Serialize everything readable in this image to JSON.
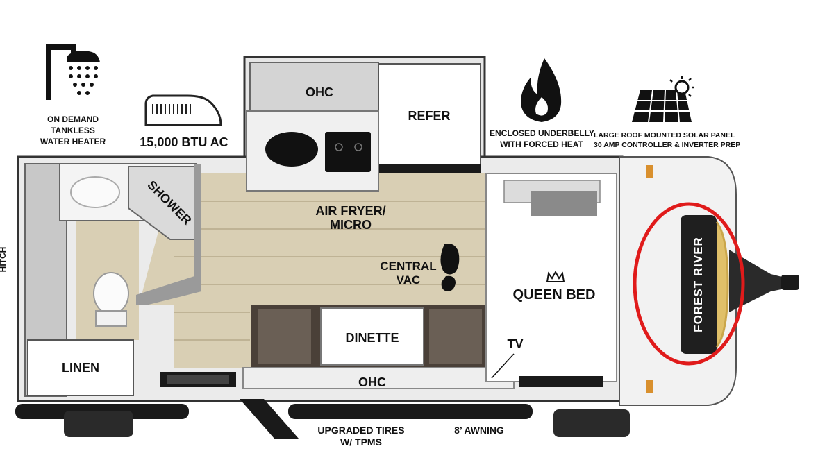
{
  "icons": {
    "water_heater": "shower-head-icon",
    "ac": "air-conditioner-icon",
    "underbelly": "flame-icon",
    "solar": "solar-panel-icon",
    "vac": "footprint-icon",
    "bed": "crown-icon"
  },
  "features": {
    "water_heater_lines": [
      "ON DEMAND",
      "TANKLESS",
      "WATER HEATER"
    ],
    "ac": "15,000 BTU AC",
    "underbelly_lines": [
      "ENCLOSED UNDERBELLY",
      "WITH FORCED HEAT"
    ],
    "solar_lines": [
      "LARGE ROOF MOUNTED SOLAR PANEL",
      "30 AMP CONTROLLER & INVERTER PREP"
    ]
  },
  "rooms": {
    "ohc_top": "OHC",
    "refer": "REFER",
    "shower": "SHOWER",
    "air_fryer_lines": [
      "AIR FRYER/",
      "MICRO"
    ],
    "central_vac_lines": [
      "CENTRAL",
      "VAC"
    ],
    "queen_bed": "QUEEN BED",
    "dinette": "DINETTE",
    "tv": "TV",
    "ohc_bottom": "OHC",
    "linen": "LINEN",
    "hitch": "HITCH"
  },
  "exterior": {
    "tires_lines": [
      "UPGRADED TIRES",
      "W/ TPMS"
    ],
    "awning": "8’ AWNING",
    "brand": "FOREST RIVER"
  },
  "colors": {
    "highlight": "#e01b1b",
    "floor": "#d9cfb4",
    "wall": "#8c8c8c",
    "dark": "#1a1a1a"
  }
}
